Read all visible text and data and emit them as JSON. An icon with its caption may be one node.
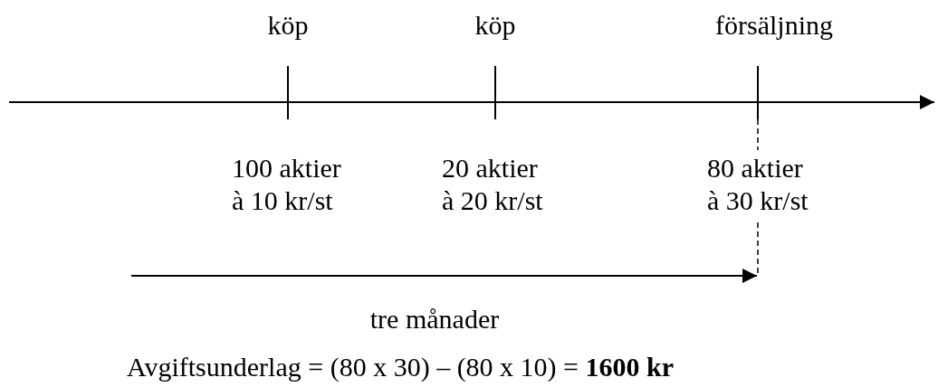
{
  "diagram": {
    "labels": [
      "köp",
      "köp",
      "försäljning",
      "100 aktier à 10 kr/st",
      "20 aktier à 20 kr/st",
      "80 aktier à 30 kr/st",
      "tre månader",
      "Avgiftsunderlag = (80 x 30) – (80 x 10) = **1600 kr**"
    ]
  }
}
